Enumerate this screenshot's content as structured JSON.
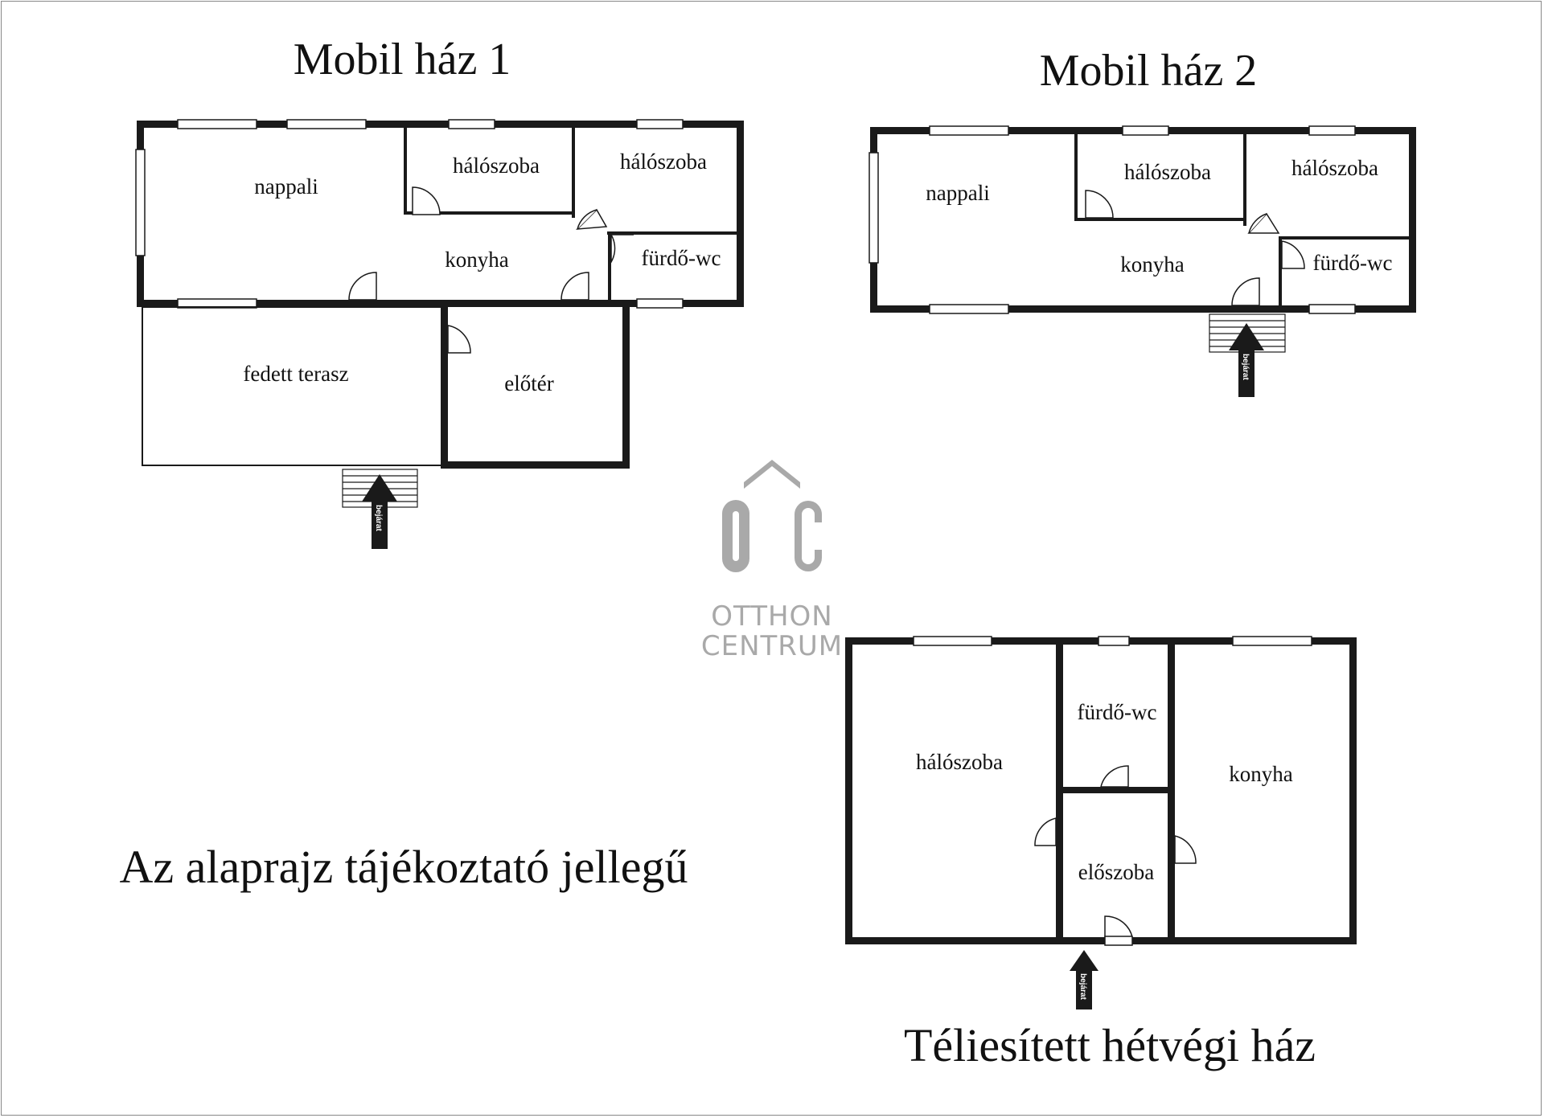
{
  "titles": {
    "house1": "Mobil ház 1",
    "house2": "Mobil ház 2",
    "house3": "Téliesített hétvégi ház",
    "note": "Az alaprajz tájékoztató jellegű"
  },
  "house1": {
    "nappali": "nappali",
    "bedroom_a": "hálószoba",
    "bedroom_b": "hálószoba",
    "konyha": "konyha",
    "bath": "fürdő-wc",
    "terrace": "fedett terasz",
    "hall": "előtér",
    "entrance": "bejárat"
  },
  "house2": {
    "nappali": "nappali",
    "bedroom_a": "hálószoba",
    "bedroom_b": "hálószoba",
    "konyha": "konyha",
    "bath": "fürdő-wc",
    "entrance": "bejárat"
  },
  "house3": {
    "bedroom": "hálószoba",
    "bath": "fürdő-wc",
    "konyha": "konyha",
    "hall": "előszoba",
    "entrance": "bejárat"
  },
  "logo": {
    "mark": "OC",
    "line1": "OTTHON",
    "line2": "CENTRUM",
    "color": "#a9a9a9"
  }
}
